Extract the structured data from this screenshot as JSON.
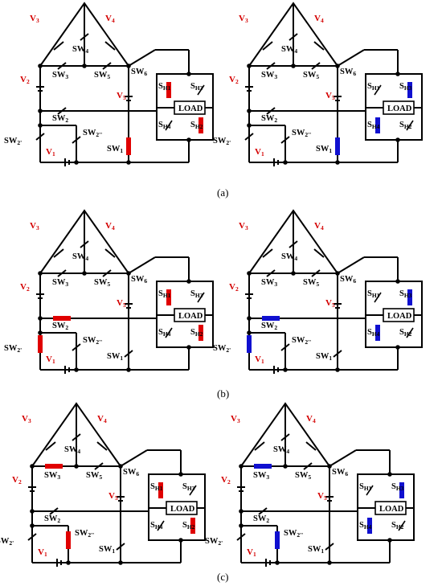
{
  "colors": {
    "active_red": "#e00000",
    "active_blue": "#1010d0",
    "source_label": "#d40000",
    "wire": "#000000"
  },
  "labels": {
    "V1": "V",
    "V1_sub": "1",
    "V2": "V",
    "V2_sub": "2",
    "V3": "V",
    "V3_sub": "3",
    "V4": "V",
    "V4_sub": "4",
    "V5": "V",
    "V5_sub": "5",
    "SW1": "SW",
    "SW1_sub": "1",
    "SW2": "SW",
    "SW2_sub": "2",
    "SW2p": "SW",
    "SW2p_sub": "2'",
    "SW2pp": "SW",
    "SW2pp_sub": "2''",
    "SW3": "SW",
    "SW3_sub": "3",
    "SW4": "SW",
    "SW4_sub": "4",
    "SW5": "SW",
    "SW5_sub": "5",
    "SW6": "SW",
    "SW6_sub": "6",
    "SH1": "S",
    "SH1_sub": "H1",
    "SH2": "S",
    "SH2_sub": "H2",
    "SH3": "S",
    "SH3_sub": "H3",
    "SH4": "S",
    "SH4_sub": "H4",
    "load": "LOAD"
  },
  "panels": [
    {
      "id": "a-left",
      "color": "red",
      "active": [
        "SW1",
        "SH1",
        "SH2"
      ]
    },
    {
      "id": "a-right",
      "color": "blue",
      "active": [
        "SW1",
        "SH3",
        "SH4"
      ]
    },
    {
      "id": "b-left",
      "color": "red",
      "active": [
        "SW2",
        "SW2p",
        "SH1",
        "SH2"
      ]
    },
    {
      "id": "b-right",
      "color": "blue",
      "active": [
        "SW2",
        "SW2p",
        "SH3",
        "SH4"
      ]
    },
    {
      "id": "c-left",
      "color": "red",
      "active": [
        "SW3",
        "SW2pp",
        "SH1",
        "SH2"
      ]
    },
    {
      "id": "c-right",
      "color": "blue",
      "active": [
        "SW3",
        "SW2pp",
        "SH3",
        "SH4"
      ]
    }
  ],
  "captions": [
    "(a)",
    "(b)",
    "(c)"
  ]
}
